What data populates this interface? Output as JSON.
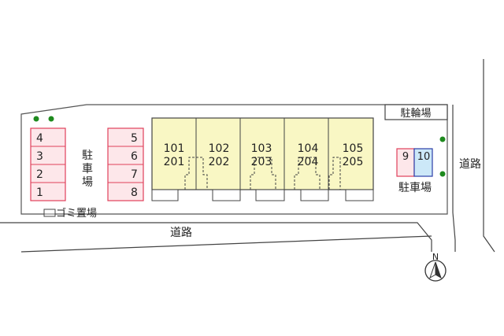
{
  "lot": {
    "parking_left_label": "駐車場",
    "parking_right_label": "駐車場",
    "bike_parking_label": "駐輪場",
    "garbage_label": "ゴミ置場"
  },
  "roads": {
    "south_label": "道路",
    "east_label": "道路"
  },
  "compass": {
    "label": "N"
  },
  "parking_spaces": {
    "col1": [
      "4",
      "3",
      "2",
      "1"
    ],
    "col2": [
      "5",
      "6",
      "7",
      "8"
    ],
    "right": [
      "9",
      "10"
    ]
  },
  "units": [
    {
      "upper": "101",
      "lower": "201"
    },
    {
      "upper": "102",
      "lower": "202"
    },
    {
      "upper": "103",
      "lower": "203"
    },
    {
      "upper": "104",
      "lower": "204"
    },
    {
      "upper": "105",
      "lower": "205"
    }
  ],
  "colors": {
    "building_fill": "#f9f7c4",
    "parking_border": "#e0405a",
    "parking_fill": "#fde7ea",
    "highlight_fill": "#cce8f8",
    "highlight_border": "#2b3ea8",
    "tree": "#1e8a1e"
  }
}
